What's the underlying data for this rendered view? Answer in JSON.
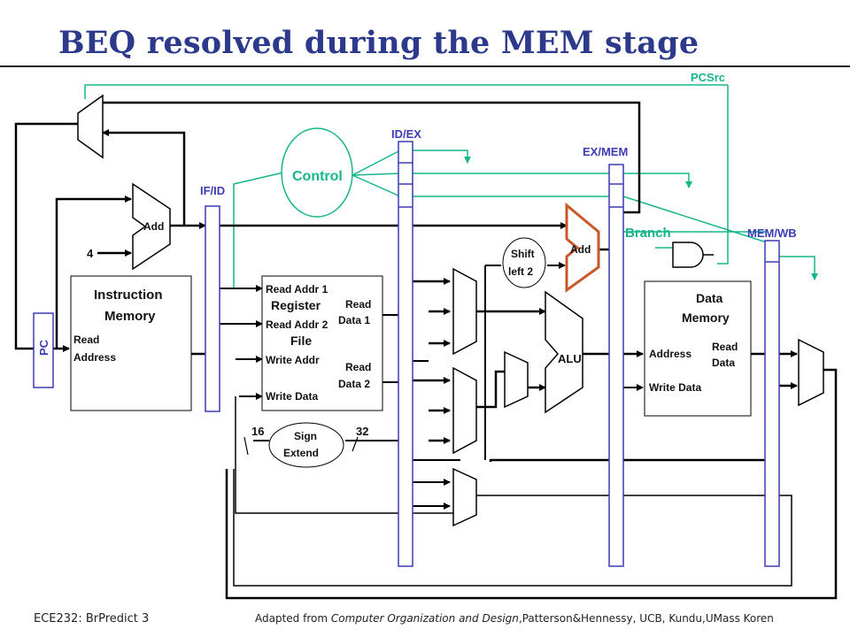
{
  "title": "BEQ resolved during the MEM stage",
  "labels": {
    "pcsrc": "PCSrc",
    "id_ex": "ID/EX",
    "ex_mem": "EX/MEM",
    "if_id": "IF/ID",
    "mem_wb": "MEM/WB",
    "control": "Control",
    "branch": "Branch",
    "add": "Add",
    "add_branch": "Add",
    "four": "4",
    "pc": "PC",
    "instr_mem_line1": "Instruction",
    "instr_mem_line2": "Memory",
    "read_address_1": "Read",
    "read_address_2": "Address",
    "read_addr1": "Read Addr 1",
    "register": "Register",
    "read_addr2": "Read Addr 2",
    "file": "File",
    "write_addr": "Write Addr",
    "write_data_rf": "Write Data",
    "read_data1_a": "Read",
    "read_data1_b": "Data 1",
    "read_data2_a": "Read",
    "read_data2_b": "Data 2",
    "shift_left_a": "Shift",
    "shift_left_b": "left 2",
    "alu": "ALU",
    "sign_extend_a": "Sign",
    "sign_extend_b": "Extend",
    "bits_16": "16",
    "bits_32": "32",
    "data_memory_a": "Data",
    "data_memory_b": "Memory",
    "address": "Address",
    "read_data_a": "Read",
    "read_data_b": "Data",
    "write_data_dm": "Write Data"
  },
  "footer": {
    "left": "ECE232: BrPredict 3",
    "right_prefix": "Adapted from ",
    "right_italic": "Computer Organization and Design",
    "right_suffix": ",Patterson&Hennessy, UCB, Kundu,UMass   Koren"
  },
  "colors": {
    "title": "#2d3a8c",
    "stage_label": "#3c3cb4",
    "control_path": "#16b58a",
    "branch_adder": "#c8582a",
    "datapath": "#000000"
  }
}
